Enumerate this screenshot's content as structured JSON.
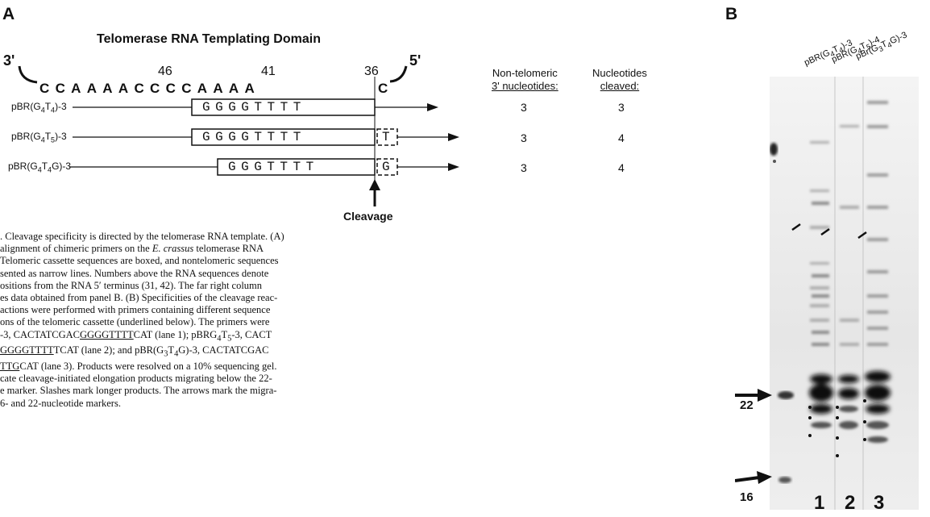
{
  "panel_a": {
    "label": "A",
    "title": "Telomerase RNA Templating Domain",
    "three_prime": "3'",
    "five_prime": "5'",
    "position_numbers": [
      "46",
      "41",
      "36"
    ],
    "rna_sequence": "CCAAAACCCCAAAA",
    "rna_c36": "C",
    "primers": [
      {
        "label_pre": "pBR(G",
        "label_parts": [
          [
            "4",
            "T"
          ],
          [
            "4",
            ")-3"
          ]
        ],
        "label_text": "pBR(G4T4)-3",
        "cassette": "GGGGTTTT",
        "extra": ""
      },
      {
        "label_text": "pBR(G4T5)-3",
        "cassette": "GGGGTTTT",
        "extra": "T"
      },
      {
        "label_text": "pBR(G4T4G)-3",
        "cassette": "GGGTTTT",
        "extra": "G"
      }
    ],
    "cleavage_label": "Cleavage",
    "table": {
      "header_1_line1": "Non-telomeric",
      "header_1_line2": "3' nucleotides:",
      "header_2_line1": "Nucleotides",
      "header_2_line2": "cleaved:",
      "rows": [
        [
          "3",
          "3"
        ],
        [
          "3",
          "4"
        ],
        [
          "3",
          "4"
        ]
      ]
    }
  },
  "caption": {
    "line1": ". Cleavage specificity is directed by the telomerase RNA template. (A)",
    "line2a": "alignment of chimeric primers on the ",
    "line2_italic": "E. crassus",
    "line2b": " telomerase RNA",
    "line3": "Telomeric cassette sequences are boxed, and nontelomeric sequences",
    "line4": "sented as narrow lines. Numbers above the RNA sequences denote",
    "line5": "ositions from the RNA 5′ terminus (31, 42). The far right column",
    "line6": "es data obtained from panel B. (B) Specificities of the cleavage reac-",
    "line7": "actions were performed with primers containing different sequence",
    "line8": "ons of the telomeric cassette (underlined below). The primers were",
    "line9a": "-3, CACTATCGAC",
    "line9u": "GGGGTTTT",
    "line9b": "CAT (lane 1); pBRG",
    "line9c": "T",
    "line9d": "-3, CACT",
    "line10u": "GGGGTTTT",
    "line10b": "TCAT (lane 2); and pBR(G",
    "line10c": "T",
    "line10d": "G)-3, CACTATCGAC",
    "line11u": "TTG",
    "line11b": "CAT (lane 3). Products were resolved on a 10% sequencing gel.",
    "line12": "cate cleavage-initiated elongation products migrating below the 22-",
    "line13": "e marker. Slashes mark longer products. The arrows mark the migra-",
    "line14": "6- and 22-nucleotide markers.",
    "sub4": "4",
    "sub5": "5",
    "sub3": "3"
  },
  "panel_b": {
    "label": "B",
    "lane_labels": [
      "pBR(G4T4)-3",
      "pBR(G4T5)-4",
      "pBr(G3T4G)-3"
    ],
    "marker_22": "22",
    "marker_16": "16",
    "lane_numbers": [
      "1",
      "2",
      "3"
    ]
  }
}
